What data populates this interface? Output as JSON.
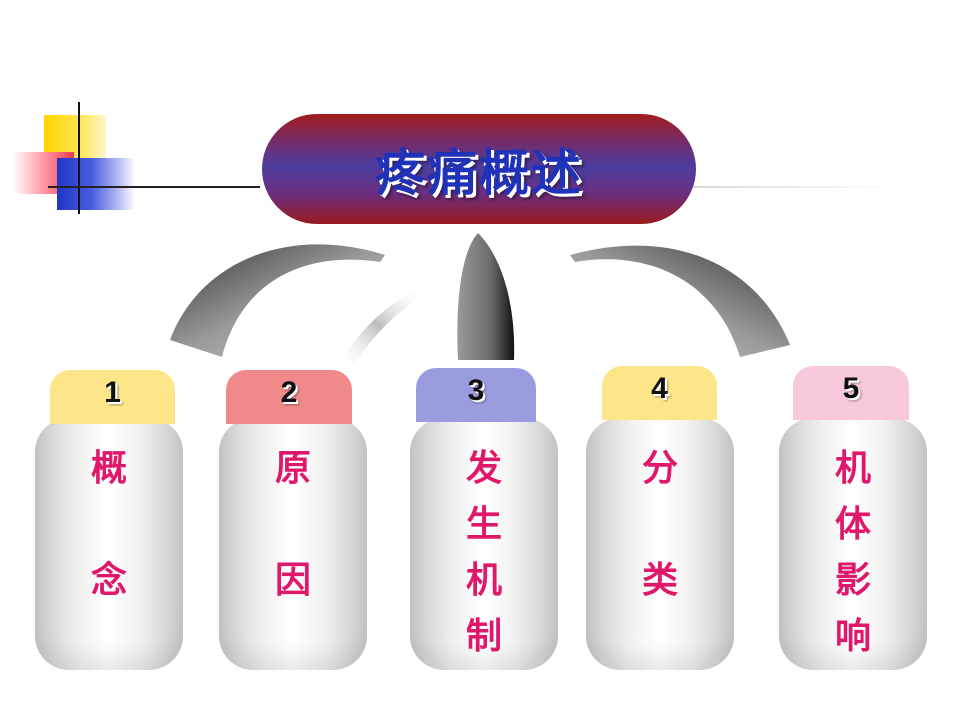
{
  "title": "疼痛概述",
  "items": [
    {
      "number": "1",
      "label": "概\n\n念",
      "tab_color": "#fde68a"
    },
    {
      "number": "2",
      "label": "原\n\n因",
      "tab_color": "#f08a8a"
    },
    {
      "number": "3",
      "label": "发\n生\n机\n制",
      "tab_color": "#9b9be0"
    },
    {
      "number": "4",
      "label": "分\n\n类",
      "tab_color": "#fde68a"
    },
    {
      "number": "5",
      "label": "机\n体\n影\n响",
      "tab_color": "#f8c8dc"
    }
  ]
}
